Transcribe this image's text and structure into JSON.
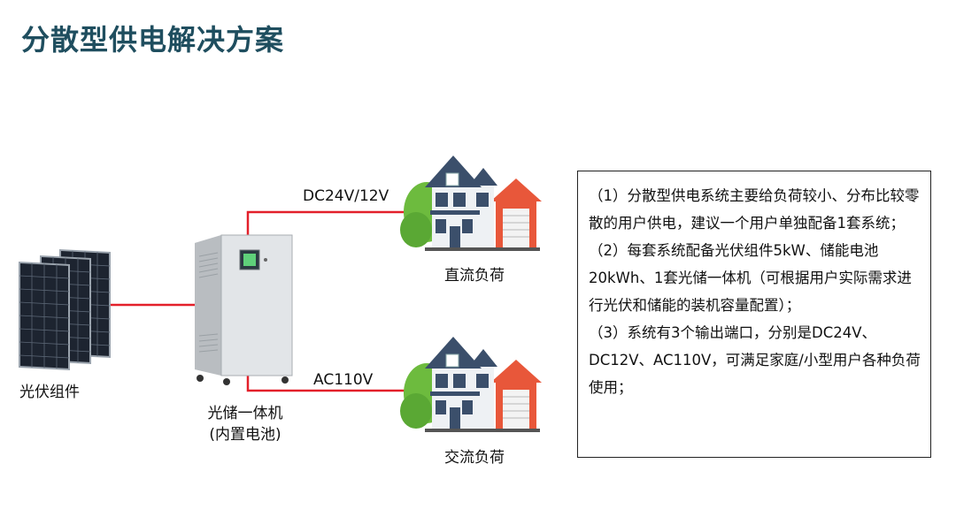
{
  "title": "分散型供电解决方案",
  "components": {
    "pv_label": "光伏组件",
    "unit_label_line1": "光储一体机",
    "unit_label_line2": "(内置电池)",
    "dc_line_label": "DC24V/12V",
    "ac_line_label": "AC110V",
    "dc_load_label": "直流负荷",
    "ac_load_label": "交流负荷"
  },
  "info": {
    "p1": "（1）分散型供电系统主要给负荷较小、分布比较零散的用户供电，建议一个用户单独配备1套系统；",
    "p2": "（2）每套系统配备光伏组件5kW、储能电池20kWh、1套光储一体机（可根据用户实际需求进行光伏和储能的装机容量配置）；",
    "p3": "（3）系统有3个输出端口，分别是DC24V、DC12V、AC110V，可满足家庭/小型用户各种负荷使用；"
  },
  "colors": {
    "title": "#1f4e5f",
    "wire": "#e3202a",
    "roof": "#3b4f6b",
    "tree": "#6dbb3e",
    "garage": "#e8573a"
  }
}
